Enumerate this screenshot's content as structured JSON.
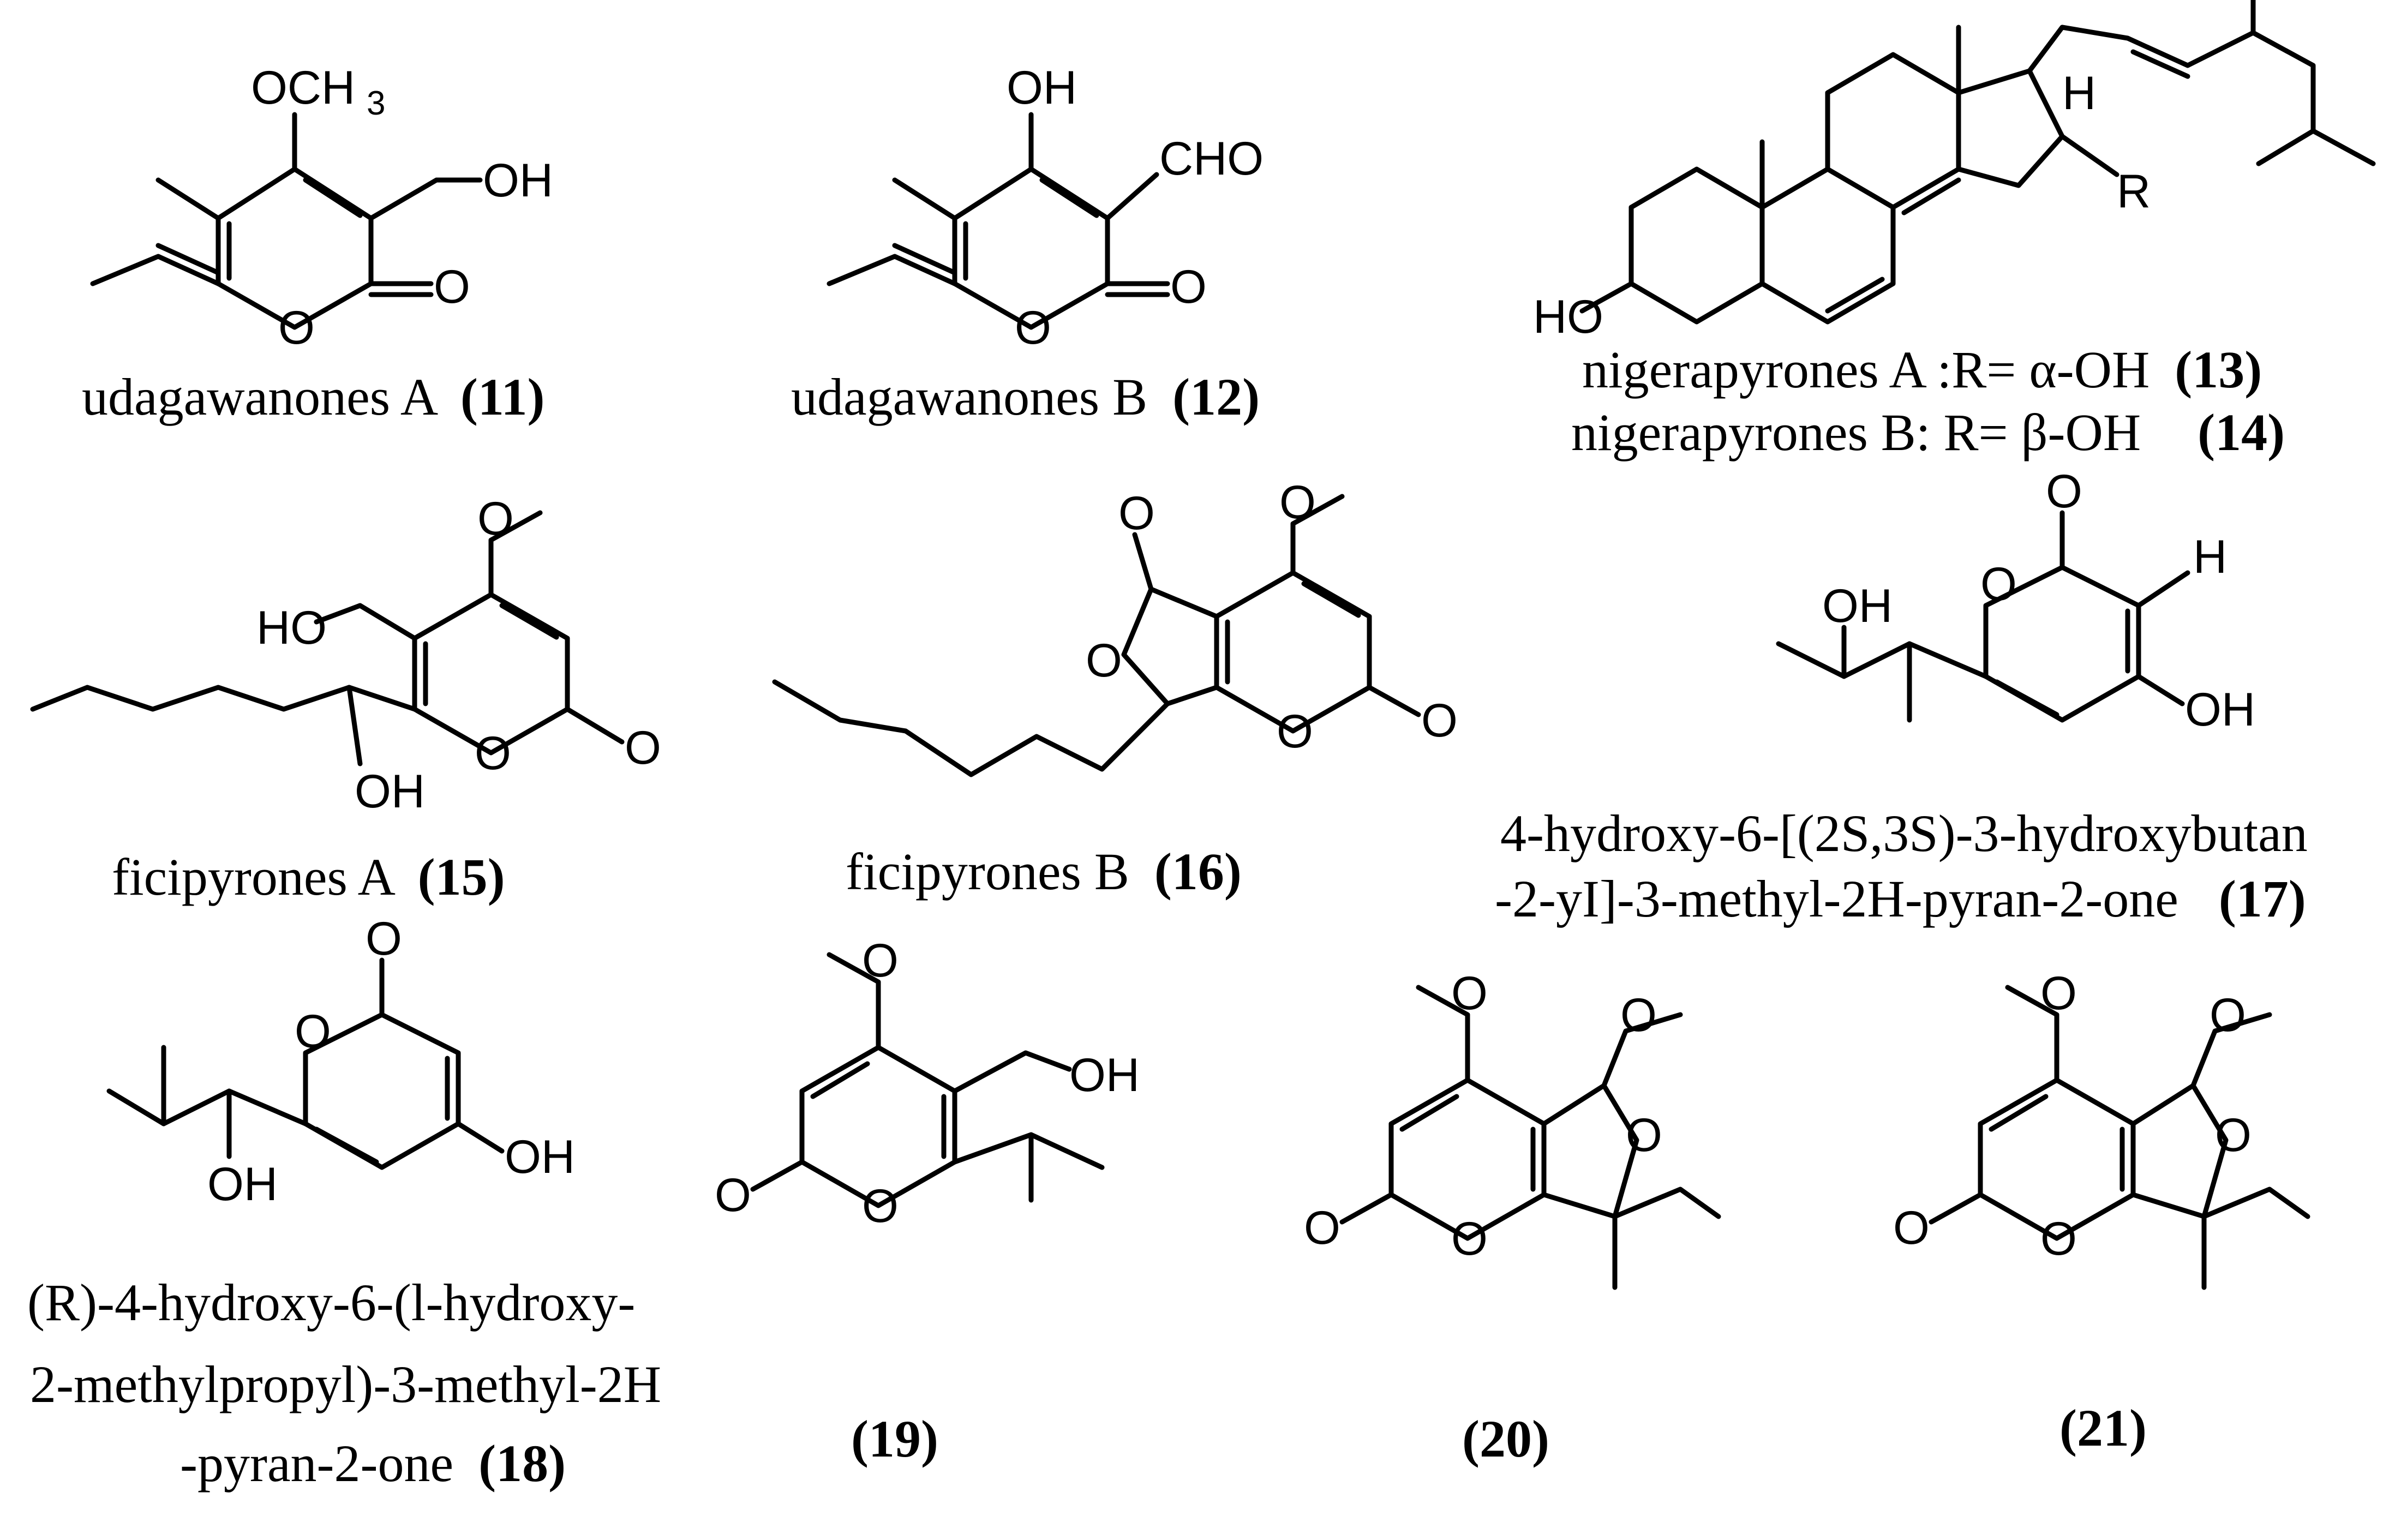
{
  "compounds": [
    {
      "name": "udagawanones A",
      "number": "(11)"
    },
    {
      "name": "udagawanones B",
      "number": "(12)"
    },
    {
      "name_line1_a": "nigerapyrones A :R= α-OH",
      "number_a": "(13)",
      "name_line2_a": "nigerapyrones B: R= β-OH",
      "number_b": "(14)"
    },
    {
      "name": "ficipyrones A",
      "number": "(15)"
    },
    {
      "name": "ficipyrones B",
      "number": "(16)"
    },
    {
      "line1": "4-hydroxy-6-[(2S,3S)-3-hydroxybutan",
      "line2": "-2-yI]-3-methyl-2H-pyran-2-one",
      "number": "(17)"
    },
    {
      "line1": "(R)-4-hydroxy-6-(l-hydroxy-",
      "line2": "2-methylpropyl)-3-methyl-2H",
      "line3": "-pyran-2-one",
      "number": "(18)"
    },
    {
      "number": "(19)"
    },
    {
      "number": "(20)"
    },
    {
      "number": "(21)"
    }
  ],
  "atoms": {
    "o": "O",
    "oh": "OH",
    "ho": "HO",
    "och3": "OCH",
    "sub3": "3",
    "cho": "CHO",
    "h": "H",
    "r": "R"
  }
}
